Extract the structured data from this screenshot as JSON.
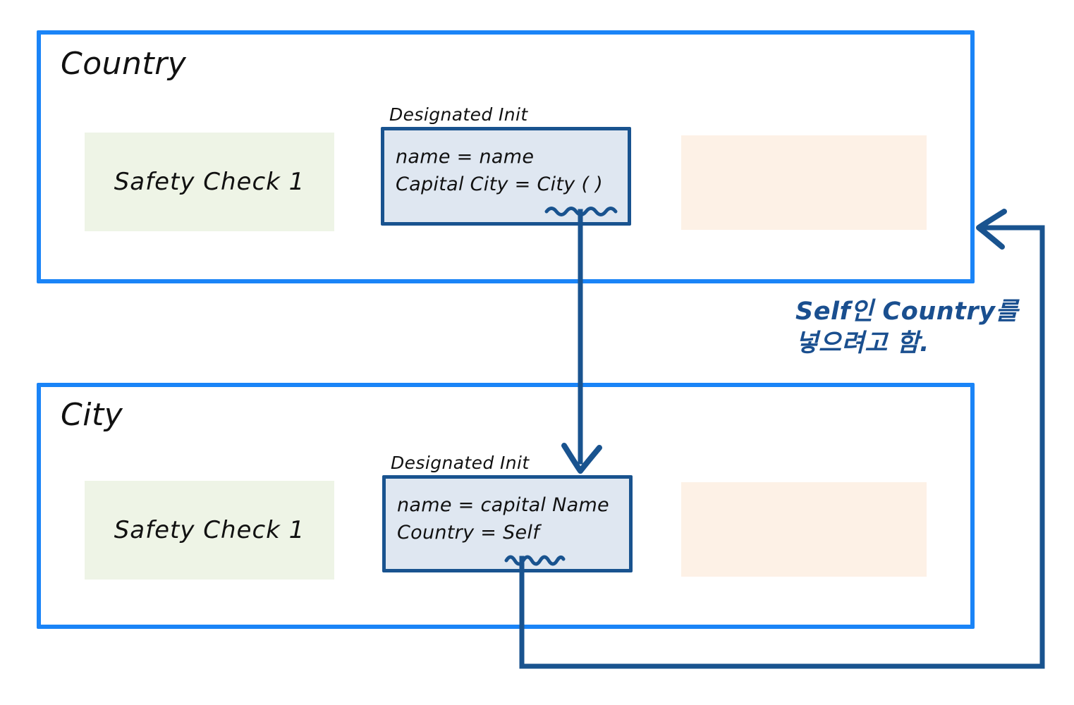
{
  "diagram": {
    "title": "Swift class initialization chain: Country and City",
    "accent_blue": "#1a84f7",
    "init_border": "#19538f",
    "init_fill": "#dfe7f1",
    "green_fill": "#eef4e6",
    "peach_fill": "#fdf1e6",
    "annotation_color": "#1a4f8f"
  },
  "country": {
    "title": "Country",
    "safety": {
      "label": "Safety Check 1"
    },
    "extra": {
      "label": ""
    },
    "init": {
      "caption": "Designated Init",
      "line1": "name = name",
      "line2_left": "Capital City  =  ",
      "line2_right": "City ( )"
    }
  },
  "city": {
    "title": "City",
    "safety": {
      "label": "Safety Check 1"
    },
    "extra": {
      "label": ""
    },
    "init": {
      "caption": "Designated Init",
      "line1_left": "name = ",
      "line1_right": "capital Name",
      "line2_left": "Country = ",
      "line2_right": "Self"
    }
  },
  "annotation": {
    "line1": "Self인 Country를",
    "line2": "넣으려고 함."
  },
  "connectors": [
    {
      "name": "country-init-to-city-init",
      "from": "Country designated init City() call",
      "to": "City designated init",
      "direction": "down"
    },
    {
      "name": "city-init-self-back-to-country",
      "from": "City designated init Self reference",
      "to": "Country class right edge",
      "direction": "left"
    }
  ]
}
